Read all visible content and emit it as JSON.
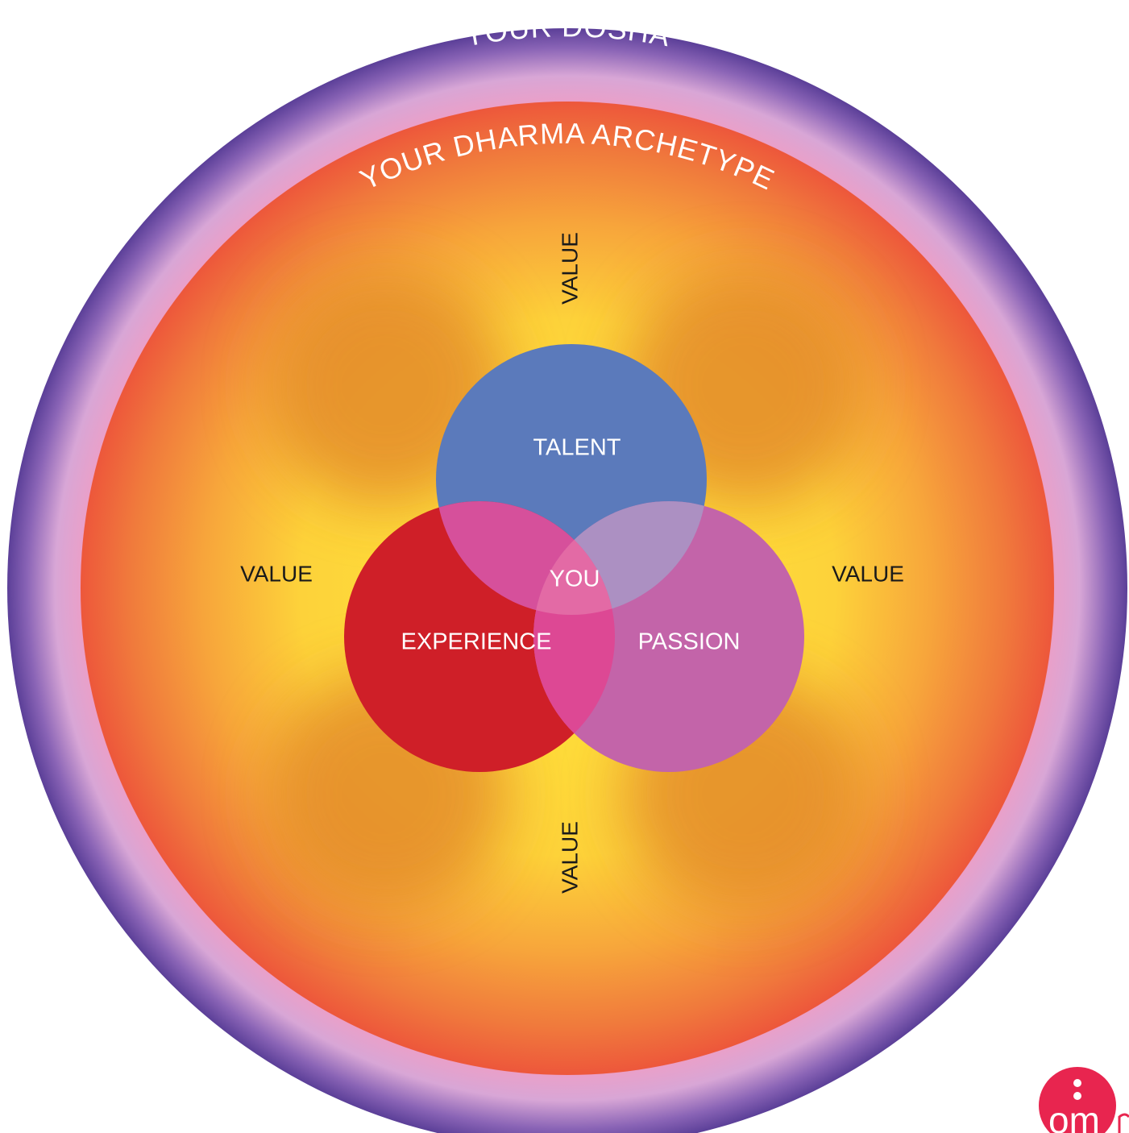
{
  "rings": {
    "outer_label": "YOUR DOSHA",
    "inner_label": "YOUR DHARMA ARCHETYPE"
  },
  "values": {
    "top": "VALUE",
    "bottom": "VALUE",
    "left": "VALUE",
    "right": "VALUE"
  },
  "circles": {
    "talent": "TALENT",
    "experience": "EXPERIENCE",
    "passion": "PASSION",
    "center": "YOU"
  },
  "logo": {
    "mark": "om"
  },
  "colors": {
    "outer_ring_edge": "#5b3f98",
    "outer_ring_mid": "#d8a6d6",
    "inner_ring": "#ee5a3c",
    "glow_yellow": "#ffe73a",
    "petal_orange": "#e48c2c",
    "talent": "#5b7abb",
    "experience": "#cf1f28",
    "passion": "#c364a9",
    "overlap_center": "#e36aa5",
    "logo": "#e8254f"
  }
}
